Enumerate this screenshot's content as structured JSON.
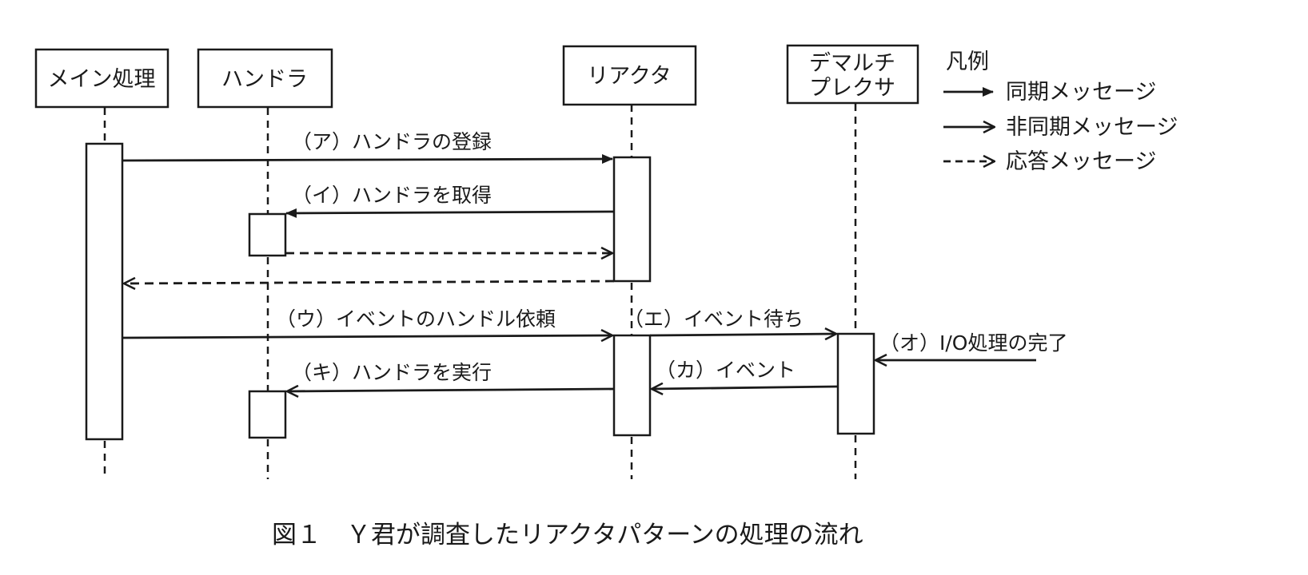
{
  "participants": [
    {
      "id": "main",
      "label_lines": [
        "メイン処理"
      ]
    },
    {
      "id": "handler",
      "label_lines": [
        "ハンドラ"
      ]
    },
    {
      "id": "reactor",
      "label_lines": [
        "リアクタ"
      ]
    },
    {
      "id": "demux",
      "label_lines": [
        "デマルチ",
        "プレクサ"
      ]
    }
  ],
  "messages": [
    {
      "id": "a",
      "label": "（ア）ハンドラの登録",
      "from": "main",
      "to": "reactor",
      "type": "sync"
    },
    {
      "id": "i",
      "label": "（イ）ハンドラを取得",
      "from": "reactor",
      "to": "handler",
      "type": "sync"
    },
    {
      "id": "i-reply",
      "label": "",
      "from": "handler",
      "to": "reactor",
      "type": "reply"
    },
    {
      "id": "a-reply",
      "label": "",
      "from": "reactor",
      "to": "main",
      "type": "reply"
    },
    {
      "id": "u",
      "label": "（ウ）イベントのハンドル依頼",
      "from": "main",
      "to": "reactor",
      "type": "async"
    },
    {
      "id": "e",
      "label": "（エ）イベント待ち",
      "from": "reactor",
      "to": "demux",
      "type": "async"
    },
    {
      "id": "o",
      "label": "（オ）I/O処理の完了",
      "from": "external",
      "to": "demux",
      "type": "async"
    },
    {
      "id": "ka",
      "label": "（カ）イベント",
      "from": "demux",
      "to": "reactor",
      "type": "async"
    },
    {
      "id": "ki",
      "label": "（キ）ハンドラを実行",
      "from": "reactor",
      "to": "handler",
      "type": "async"
    }
  ],
  "legend": {
    "title": "凡例",
    "items": [
      {
        "type": "sync",
        "label": "同期メッセージ"
      },
      {
        "type": "async",
        "label": "非同期メッセージ"
      },
      {
        "type": "reply",
        "label": "応答メッセージ"
      }
    ]
  },
  "caption": "図１　Ｙ君が調査したリアクタパターンの処理の流れ",
  "colors": {
    "line": "#1a1a1a",
    "background": "#ffffff"
  }
}
